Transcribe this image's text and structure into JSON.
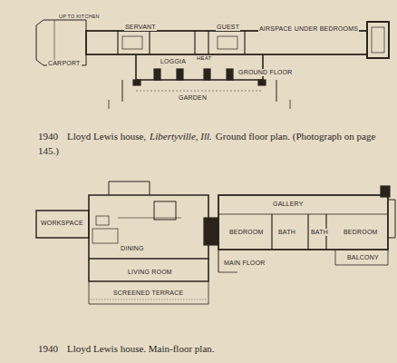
{
  "diagram": {
    "labels": [
      "UP TO KITCHEN",
      "SERVANT",
      "HEAT",
      "GUEST",
      "AIRSPACE UNDER BEDROOMS",
      "LOGGIA",
      "CARPORT",
      "GROUND FLOOR",
      "GARDEN",
      "1940",
      "Lloyd Lewis house,",
      "Libertyville, Ill.",
      "Ground floor plan. (Photograph on page 145.)",
      "WORKSPACE",
      "DINING",
      "LIVING ROOM",
      "SCREENED TERRACE",
      "MAIN FLOOR",
      "GALLERY",
      "BEDROOM",
      "BATH",
      "BATH",
      "BEDROOM",
      "BALCONY",
      "1940",
      "Lloyd Lewis house. Main-floor plan."
    ]
  }
}
